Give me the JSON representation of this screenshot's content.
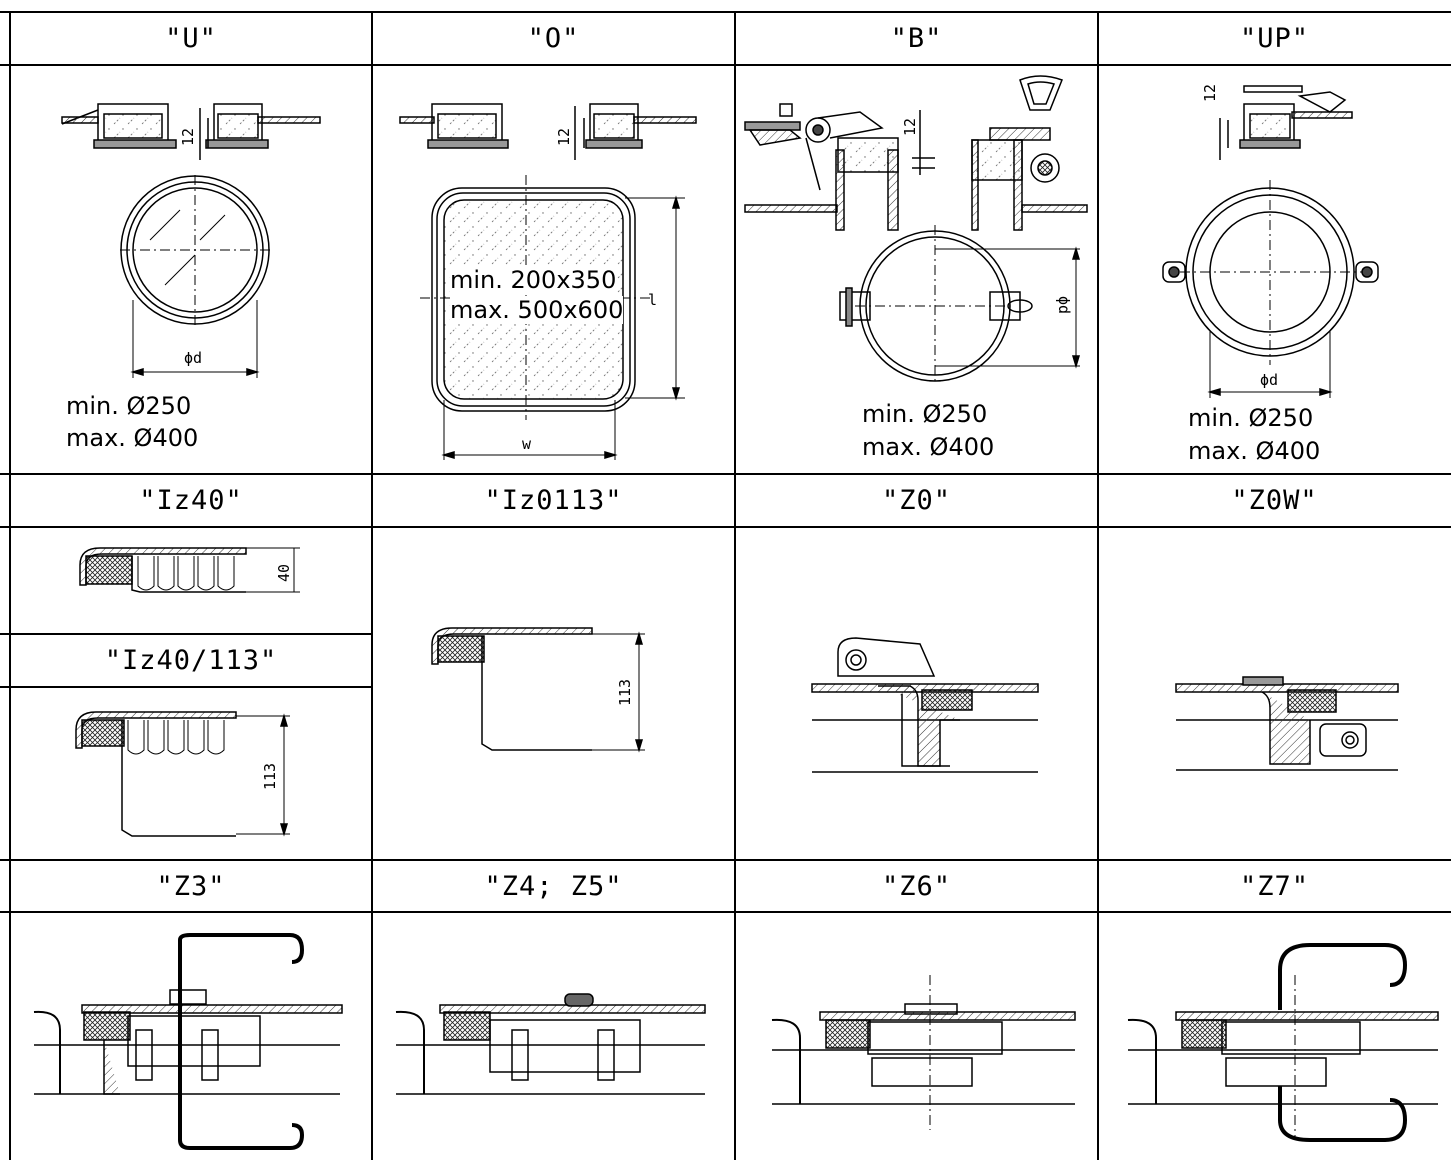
{
  "headers": {
    "U": "\"U\"",
    "O": "\"O\"",
    "B": "\"B\"",
    "UP": "\"UP\"",
    "Iz40": "\"Iz40\"",
    "Iz0113": "\"Iz0113\"",
    "Z0": "\"Z0\"",
    "Z0W": "\"Z0W\"",
    "Iz40_113": "\"Iz40/113\"",
    "Z3": "\"Z3\"",
    "Z4_Z5": "\"Z4;  Z5\"",
    "Z6": "\"Z6\"",
    "Z7": "\"Z7\""
  },
  "sizes": {
    "round_min": "min. Ø250",
    "round_max": "max. Ø400",
    "rect_min": "min. 200x350",
    "rect_max": "max. 500x600"
  },
  "dimensions": {
    "thickness": "12",
    "diameter": "ϕd",
    "length": "l",
    "width": "w",
    "height_40": "40",
    "height_113": "113"
  },
  "colors": {
    "line": "#000000",
    "background": "#ffffff",
    "hatch": "#555555"
  }
}
